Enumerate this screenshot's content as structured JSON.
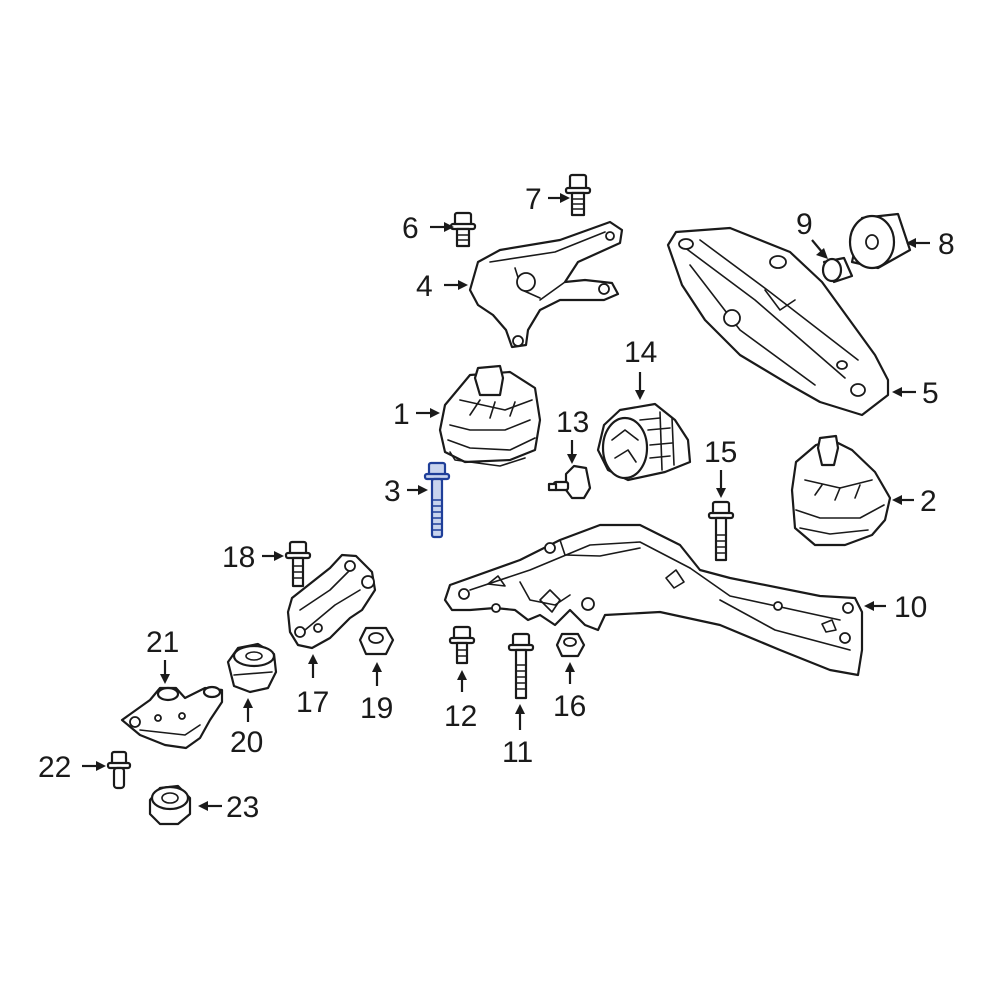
{
  "callouts": {
    "c1": "1",
    "c2": "2",
    "c3": "3",
    "c4": "4",
    "c5": "5",
    "c6": "6",
    "c7": "7",
    "c8": "8",
    "c9": "9",
    "c10": "10",
    "c11": "11",
    "c12": "12",
    "c13": "13",
    "c14": "14",
    "c15": "15",
    "c16": "16",
    "c17": "17",
    "c18": "18",
    "c19": "19",
    "c20": "20",
    "c21": "21",
    "c22": "22",
    "c23": "23"
  },
  "colors": {
    "line": "#1a1a1a",
    "highlight_fill": "#c8d4ee",
    "highlight_stroke": "#1f3f99"
  },
  "highlighted_part": "3"
}
